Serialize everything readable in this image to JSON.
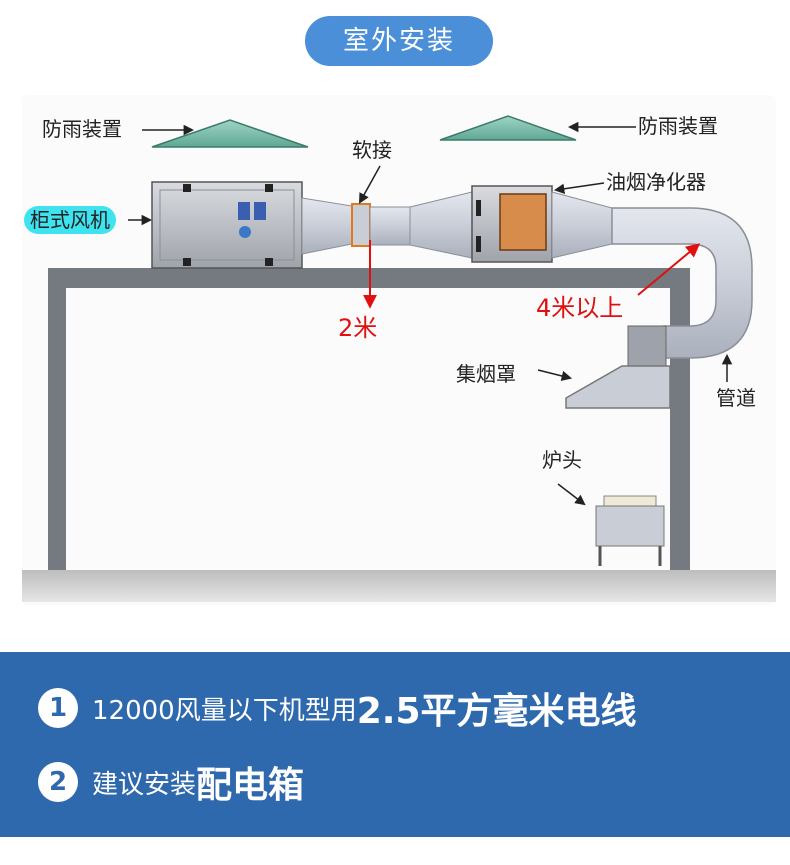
{
  "header": {
    "title": "室外安装"
  },
  "labels": {
    "rain_left": "防雨装置",
    "rain_right": "防雨装置",
    "soft_joint": "软接",
    "purifier": "油烟净化器",
    "cabinet_fan": "柜式风机",
    "dist_2m": "2米",
    "dist_4m": "4米以上",
    "hood": "集烟罩",
    "pipe": "管道",
    "stove": "炉头"
  },
  "notes": [
    {
      "num": "1",
      "text": "12000风量以下机型用",
      "bold": "2.5平方毫米电线"
    },
    {
      "num": "2",
      "text": "建议安装",
      "bold": "配电箱"
    }
  ],
  "colors": {
    "pill": "#4a8fd8",
    "banner": "#2e68ad",
    "highlight": "#3fe3f0",
    "warning_red": "#e01010"
  }
}
